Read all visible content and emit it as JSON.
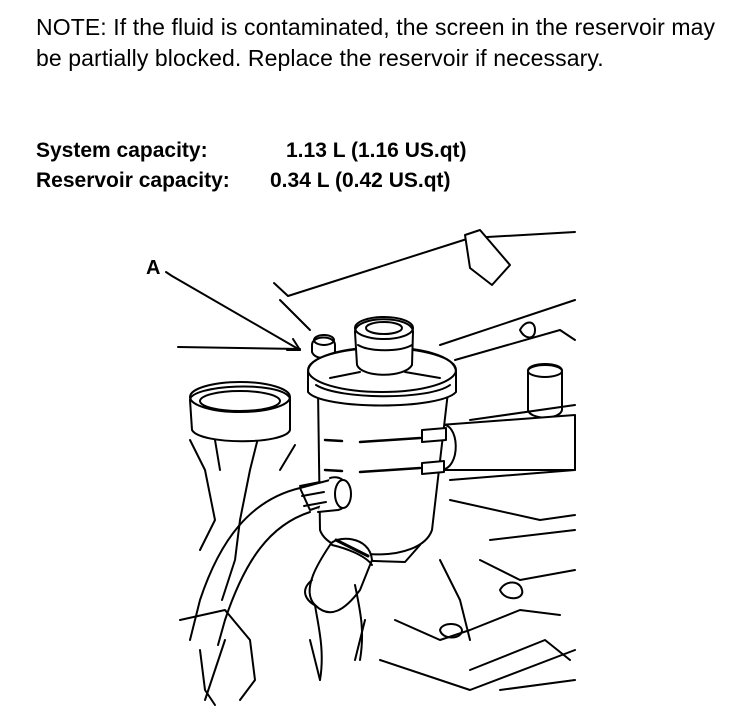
{
  "note": {
    "lead": "NOTE:",
    "text": " If the fluid is contaminated, the screen in the reservoir may be partially blocked. Replace the reservoir if necessary."
  },
  "specs": [
    {
      "label": "System capacity:",
      "value": "1.13 L (1.16 US.qt)"
    },
    {
      "label": "Reservoir capacity:",
      "value": "0.34 L (0.42 US.qt)"
    }
  ],
  "figure": {
    "callout_label": "A"
  }
}
